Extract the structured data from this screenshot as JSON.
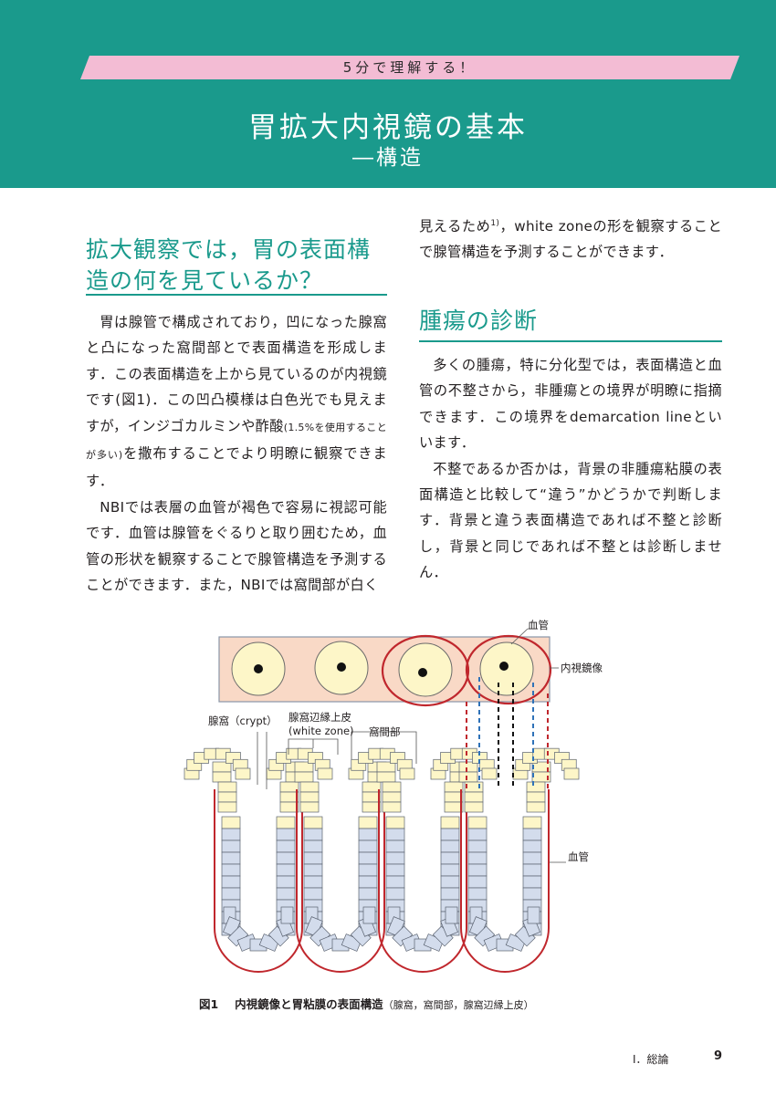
{
  "header": {
    "ribbon": "5分で理解する！",
    "title": "胃拡大内視鏡の基本",
    "subtitle": "―構造"
  },
  "section1": {
    "heading_line1": "拡大観察では，胃の表面構",
    "heading_line2": "造の何を見ているか？",
    "p1_a": "胃は腺管で構成されており，凹になった腺窩と凸になった窩間部とで表面構造を形成します．この表面構造を上から見ているのが内視鏡です(",
    "p1_fig": "図1",
    "p1_b": ")．この凹凸模様は白色光でも見えますが，インジゴカルミンや酢酸",
    "p1_small": "(1.5%を使用することが多い)",
    "p1_c": "を撒布することでより明瞭に観察できます．",
    "p2": "NBIでは表層の血管が褐色で容易に視認可能です．血管は腺管をぐるりと取り囲むため，血管の形状を観察することで腺管構造を予測することができます．また，NBIでは窩間部が白く",
    "p2_cont_a": "見えるため",
    "p2_cont_sup": "1)",
    "p2_cont_b": "，white zoneの形を観察することで腺管構造を予測することができます．"
  },
  "section2": {
    "heading": "腫瘍の診断",
    "p1": "多くの腫瘍，特に分化型では，表面構造と血管の不整さから，非腫瘍との境界が明瞭に指摘できます．この境界をdemarcation lineといいます．",
    "p2": "不整であるか否かは，背景の非腫瘍粘膜の表面構造と比較して“違う”かどうかで判断します．背景と違う表面構造であれば不整と診断し，背景と同じであれば不整とは診断しません．"
  },
  "figure": {
    "label_vessel_top": "血管",
    "label_endoscope": "内視鏡像",
    "label_crypt": "腺窩（crypt）",
    "label_mce_1": "腺窩辺縁上皮",
    "label_mce_2": "(white zone)",
    "label_ica": "窩間部",
    "label_vessel_right": "血管",
    "caption_num": "図1",
    "caption_text": "内視鏡像と胃粘膜の表面構造",
    "caption_note": "（腺窩，窩間部，腺窩辺縁上皮）"
  },
  "footer": {
    "section": "I．総論",
    "page": "9"
  },
  "colors": {
    "teal": "#1a9a8c",
    "pink": "#f3bcd4",
    "vessel_red": "#c0272d",
    "cell_yellow": "#fdf6c8",
    "cell_blue": "#d3dcec",
    "endoscope_bg": "#f9d9c6"
  }
}
